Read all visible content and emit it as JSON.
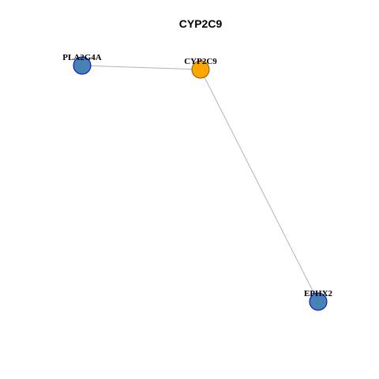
{
  "graph": {
    "title": "CYP2C9",
    "colors": {
      "focus_fill": "#FFA500",
      "focus_stroke": "#8B5A00",
      "node_fill": "#4682B4",
      "node_stroke": "#0000CD",
      "edge": "#B3B3B3"
    },
    "nodes": [
      {
        "id": "PLA2G4A",
        "label": "PLA2G4A",
        "role": "neighbor"
      },
      {
        "id": "CYP2C9",
        "label": "CYP2C9",
        "role": "focus"
      },
      {
        "id": "EPHX2",
        "label": "EPHX2",
        "role": "neighbor"
      }
    ],
    "edges": [
      {
        "source": "PLA2G4A",
        "target": "CYP2C9"
      },
      {
        "source": "CYP2C9",
        "target": "EPHX2"
      }
    ]
  }
}
